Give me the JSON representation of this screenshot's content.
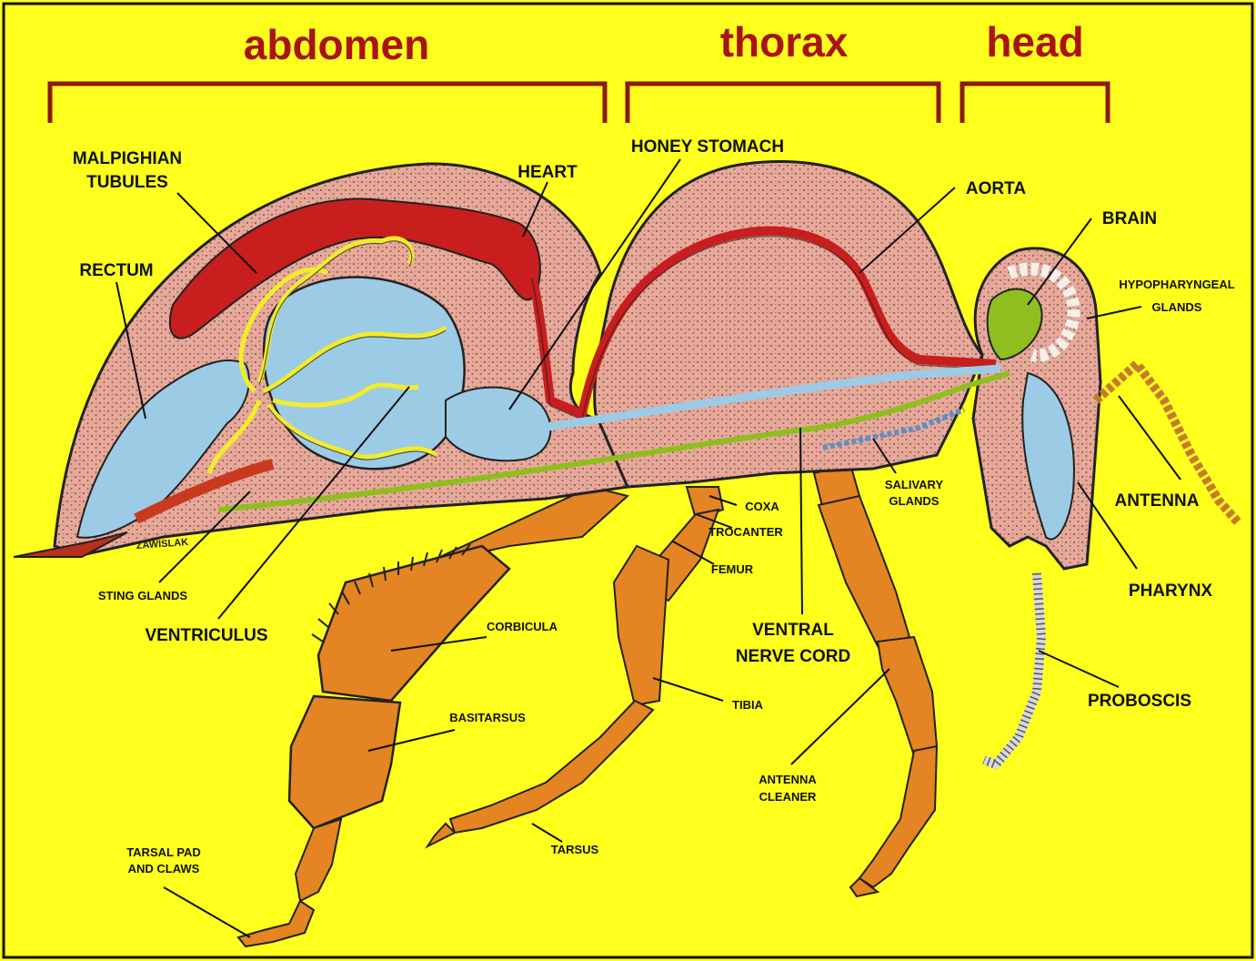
{
  "colors": {
    "background": "#ffff1e",
    "frame": "#111111",
    "region_label": "#a81414",
    "bracket": "#8b1a1a",
    "body_tissue": "#e8a99a",
    "stipple": "#3a2a22",
    "blood_vessel": "#c81e1e",
    "digestive": "#9ccbe6",
    "malpighian": "#f2ec2a",
    "nerve": "#8fbf1e",
    "legs": "#e58422",
    "leader_line": "#111111",
    "part_label": "#111111"
  },
  "regions": {
    "abdomen": "abdomen",
    "thorax": "thorax",
    "head": "head"
  },
  "parts": {
    "malpighian_tubules_1": "MALPIGHIAN",
    "malpighian_tubules_2": "TUBULES",
    "heart": "HEART",
    "honey_stomach": "HONEY STOMACH",
    "aorta": "AORTA",
    "brain": "BRAIN",
    "rectum": "RECTUM",
    "hypopharyngeal_glands_1": "HYPOPHARYNGEAL",
    "hypopharyngeal_glands_2": "GLANDS",
    "salivary_glands_1": "SALIVARY",
    "salivary_glands_2": "GLANDS",
    "antenna": "ANTENNA",
    "coxa": "COXA",
    "trocanter": "TROCANTER",
    "femur": "FEMUR",
    "sting_glands": "STING GLANDS",
    "pharynx": "PHARYNX",
    "corbicula": "CORBICULA",
    "ventriculus": "VENTRICULUS",
    "ventral_nerve_cord_1": "VENTRAL",
    "ventral_nerve_cord_2": "NERVE CORD",
    "tibia": "TIBIA",
    "proboscis": "PROBOSCIS",
    "basitarsus": "BASITARSUS",
    "antenna_cleaner_1": "ANTENNA",
    "antenna_cleaner_2": "CLEANER",
    "tarsus": "TARSUS",
    "tarsal_pad_and_claws_1": "TARSAL PAD",
    "tarsal_pad_and_claws_2": "AND CLAWS"
  },
  "artist_signature": "ZAWISLAK"
}
